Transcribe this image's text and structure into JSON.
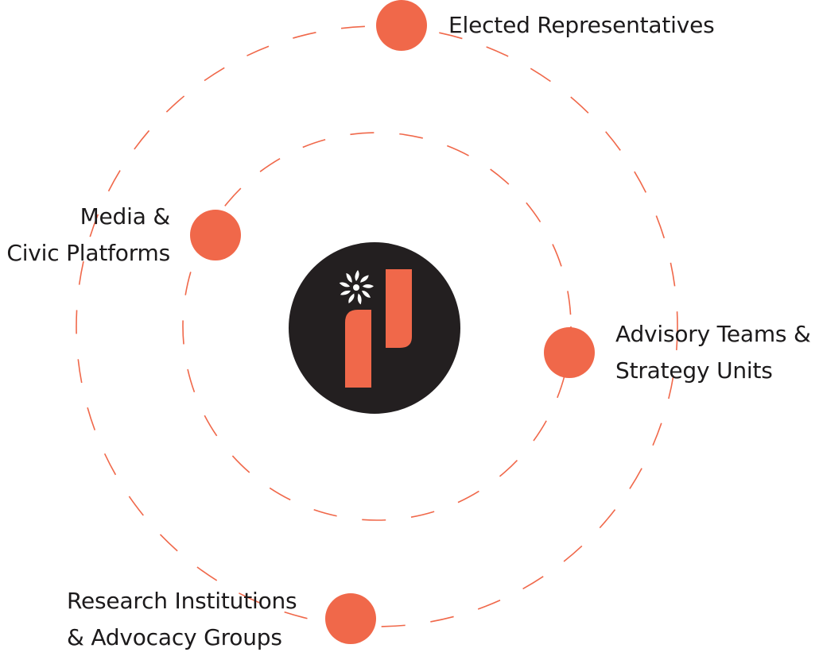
{
  "colors": {
    "accent": "#f0684a",
    "hub": "#231f20",
    "text": "#1c1a1b",
    "background": "#ffffff"
  },
  "hub": {
    "logo_icon": "ip-logo-icon"
  },
  "nodes": [
    {
      "id": "elected",
      "lines": [
        "Elected Representatives"
      ]
    },
    {
      "id": "media",
      "lines": [
        "Media &",
        "Civic Platforms"
      ]
    },
    {
      "id": "advisory",
      "lines": [
        "Advisory Teams &",
        "Strategy Units"
      ]
    },
    {
      "id": "research",
      "lines": [
        "Research Institutions",
        "& Advocacy Groups"
      ]
    }
  ]
}
